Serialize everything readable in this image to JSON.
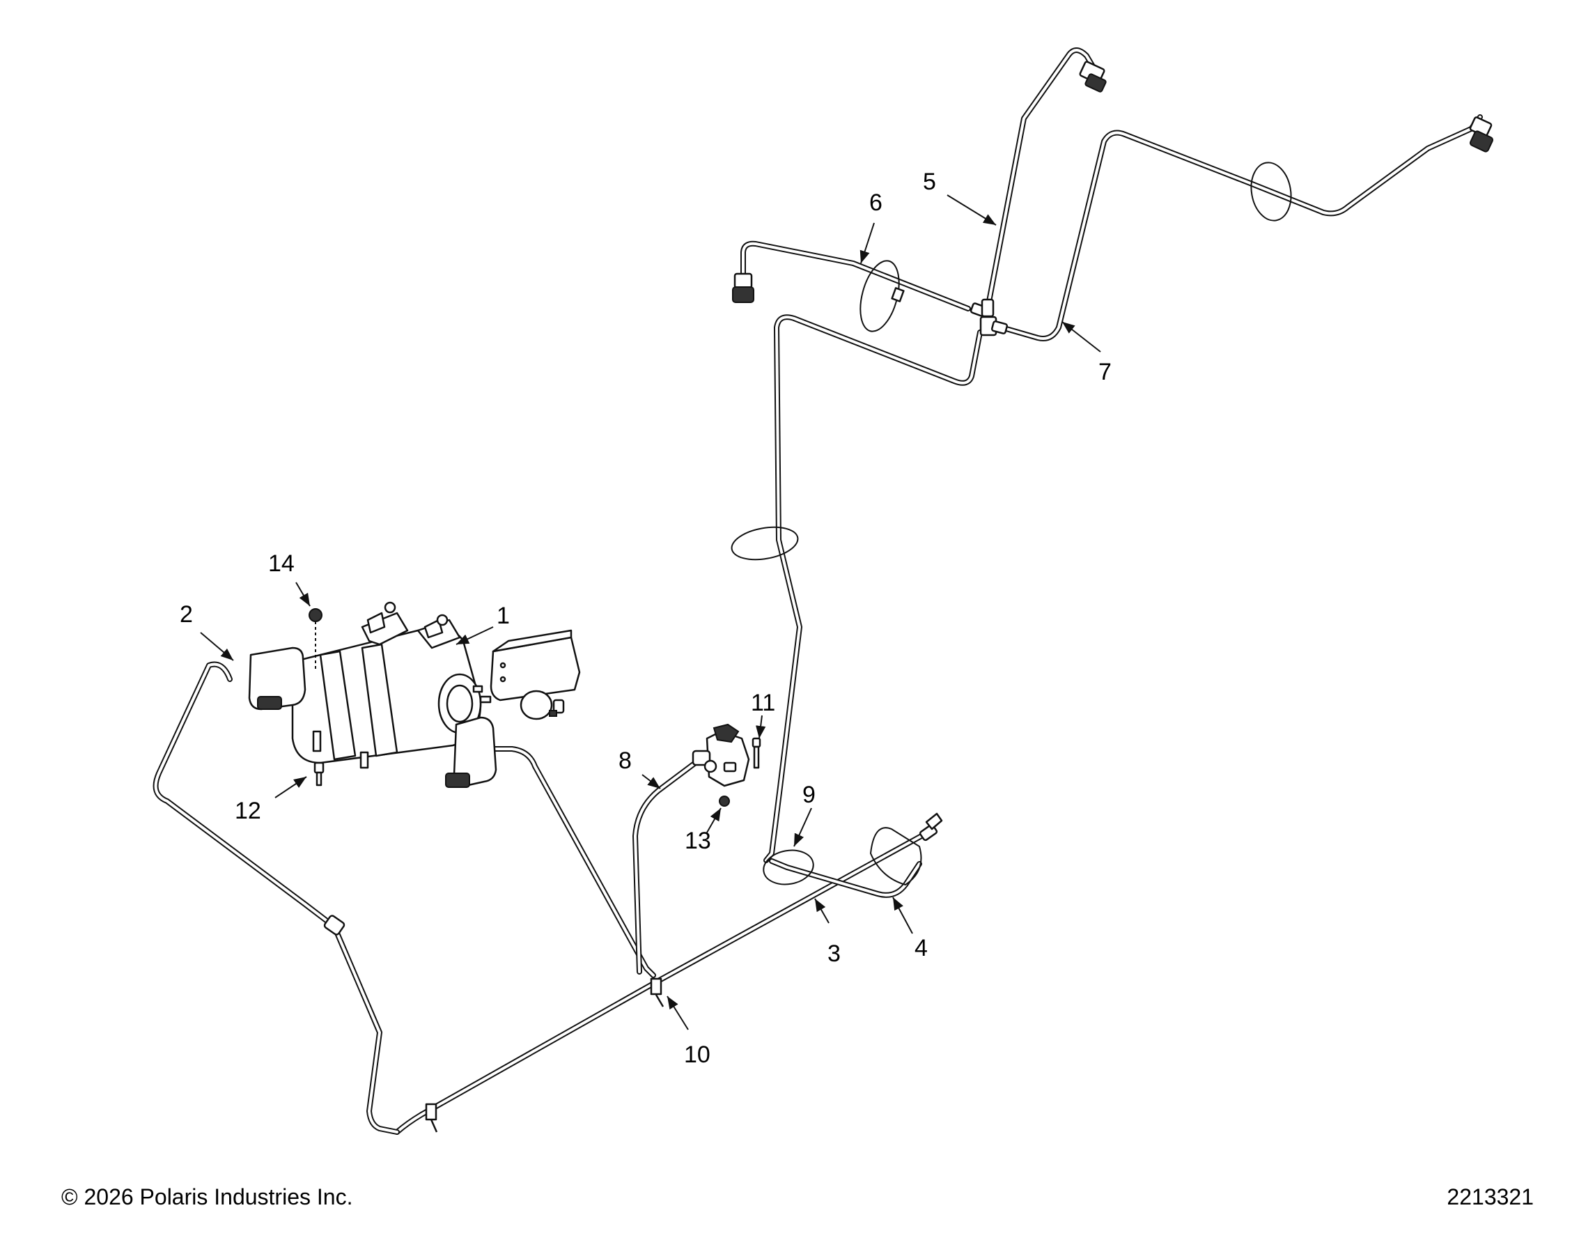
{
  "callouts": [
    {
      "label": "1"
    },
    {
      "label": "2"
    },
    {
      "label": "3"
    },
    {
      "label": "4"
    },
    {
      "label": "5"
    },
    {
      "label": "6"
    },
    {
      "label": "7"
    },
    {
      "label": "8"
    },
    {
      "label": "9"
    },
    {
      "label": "10"
    },
    {
      "label": "11"
    },
    {
      "label": "12"
    },
    {
      "label": "13"
    },
    {
      "label": "14"
    }
  ],
  "footer": {
    "copyright": "© 2026 Polaris Industries Inc.",
    "diagram_id": "2213321"
  }
}
